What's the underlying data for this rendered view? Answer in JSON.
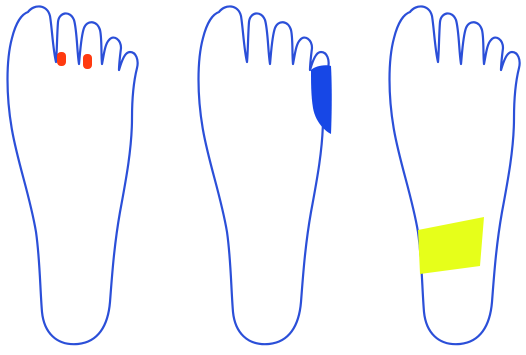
{
  "colors": {
    "background": "#ffffff",
    "outline": "#2b4fd8",
    "red_marker": "#ff3a10",
    "blue_marker": "#1747e6",
    "yellow_marker": "#e6ff1a"
  },
  "figures": [
    {
      "name": "foot-left",
      "highlight": "toe-gaps-red-marks"
    },
    {
      "name": "foot-middle",
      "highlight": "little-toe-base-blue-region"
    },
    {
      "name": "foot-right",
      "highlight": "arch-yellow-band"
    }
  ]
}
